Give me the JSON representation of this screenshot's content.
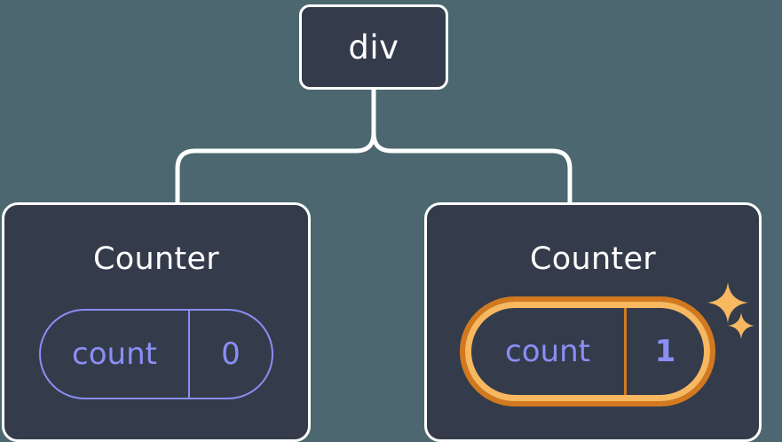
{
  "diagram": {
    "type": "component-tree",
    "background_color": "#4d6770",
    "node_fill_color": "#343c4b",
    "node_border_color": "#ffffff",
    "state_color": "#8b8ef5",
    "highlight_outer_color": "#d2791f",
    "highlight_inner_color": "#f8b860",
    "sparkle_color": "#f8b860"
  },
  "root": {
    "label": "div"
  },
  "children": [
    {
      "title": "Counter",
      "state": {
        "key": "count",
        "value": "0"
      },
      "highlighted": false
    },
    {
      "title": "Counter",
      "state": {
        "key": "count",
        "value": "1"
      },
      "highlighted": true,
      "sparkles": [
        {
          "name": "sparkle-large-icon"
        },
        {
          "name": "sparkle-small-icon"
        }
      ]
    }
  ]
}
